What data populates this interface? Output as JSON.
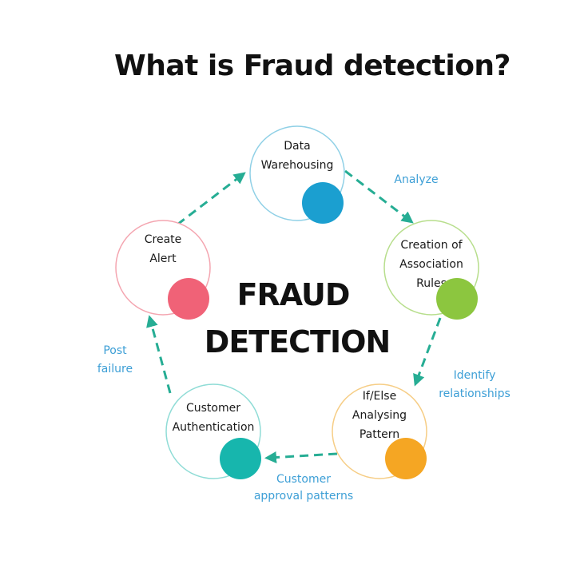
{
  "title": "What is Fraud detection?",
  "center": {
    "line1": "FRAUD",
    "line2": "DETECTION"
  },
  "nodes": [
    {
      "id": "data-warehousing",
      "lines": [
        "Data",
        "Warehousing"
      ],
      "color": "#1b9fd0",
      "ring": "#8fd0e6"
    },
    {
      "id": "association-rules",
      "lines": [
        "Creation of",
        "Association",
        "Rules"
      ],
      "color": "#8cc63f",
      "ring": "#b7de8c"
    },
    {
      "id": "if-else-pattern",
      "lines": [
        "If/Else",
        "Analysing",
        "Pattern"
      ],
      "color": "#f5a623",
      "ring": "#f6cd85"
    },
    {
      "id": "customer-authentication",
      "lines": [
        "Customer",
        "Authentication"
      ],
      "color": "#17b6ad",
      "ring": "#8fdcd6"
    },
    {
      "id": "create-alert",
      "lines": [
        "Create",
        "Alert"
      ],
      "color": "#f06277",
      "ring": "#f4a5b0"
    }
  ],
  "edges": [
    {
      "id": "analyze",
      "lines": [
        "Analyze"
      ]
    },
    {
      "id": "identify-relationships",
      "lines": [
        "Identify",
        "relationships"
      ]
    },
    {
      "id": "customer-approval-patterns",
      "lines": [
        "Customer",
        "approval patterns"
      ]
    },
    {
      "id": "post-failure",
      "lines": [
        "Post",
        "failure"
      ]
    }
  ],
  "colors": {
    "arrow": "#26ad94",
    "edge_text": "#3d9fd6"
  }
}
